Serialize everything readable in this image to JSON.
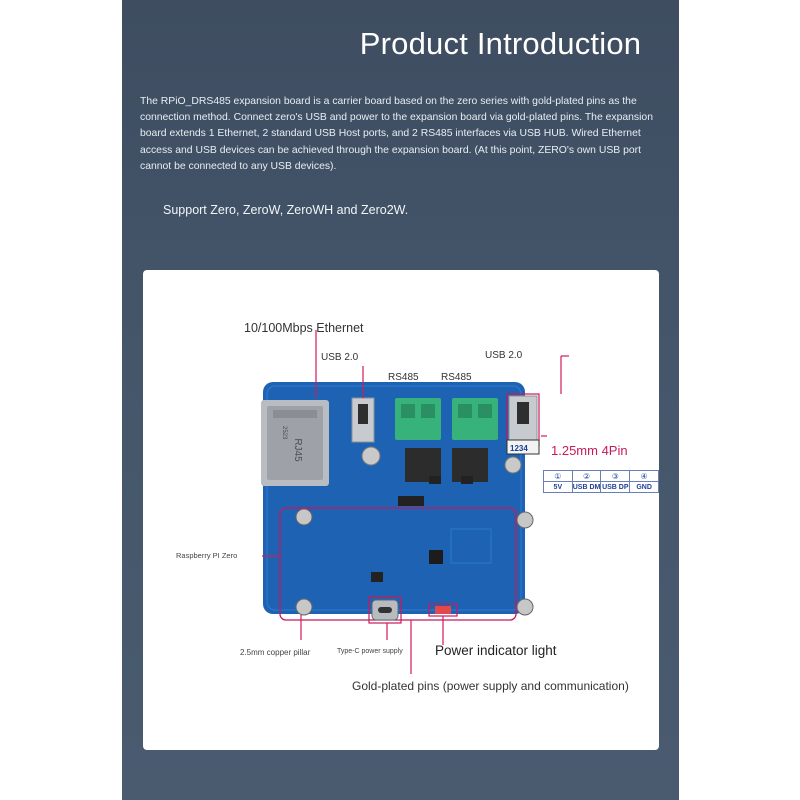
{
  "header": {
    "title": "Product Introduction"
  },
  "intro": {
    "paragraph": "The RPiO_DRS485 expansion board is a carrier board based on the zero series with gold-plated pins as the connection method. Connect zero's USB and power to the expansion board via gold-plated pins. The expansion board extends 1 Ethernet, 2 standard USB Host ports, and 2 RS485 interfaces via USB HUB. Wired Ethernet access and USB devices can be achieved through the expansion board. (At this point, ZERO's own USB port cannot be connected to any USB devices).",
    "support": "Support Zero, ZeroW, ZeroWH and Zero2W."
  },
  "diagram": {
    "labels": {
      "ethernet": "10/100Mbps Ethernet",
      "usb_left": "USB 2.0",
      "usb_right": "USB 2.0",
      "rs485_a": "RS485",
      "rs485_b": "RS485",
      "pin_header": "1.25mm 4Pin",
      "raspberry": "Raspberry PI Zero",
      "pillar": "2.5mm copper pillar",
      "typec": "Type-C power supply",
      "power_led": "Power indicator light",
      "gold_pins": "Gold-plated pins (power supply and communication)"
    },
    "silkscreen": {
      "rj45": "RJ45",
      "rj45_code": "2523",
      "header_nums": "1234"
    },
    "pinout": {
      "numbers": [
        "①",
        "②",
        "③",
        "④"
      ],
      "names": [
        "5V",
        "USB DM",
        "USB DP",
        "GND"
      ]
    }
  },
  "colors": {
    "panel": "#45566b",
    "board": "#1f66b8",
    "accent": "#d21a5c"
  }
}
